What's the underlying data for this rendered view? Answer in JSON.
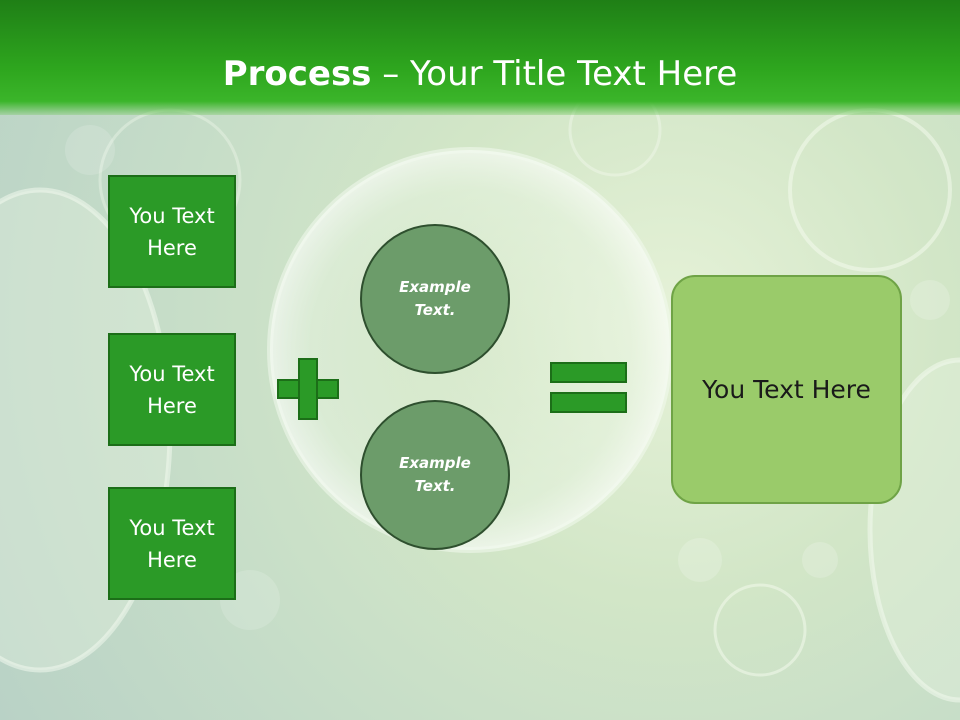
{
  "title": {
    "bold": "Process",
    "rest": " – Your Title Text Here"
  },
  "left_boxes": [
    {
      "label": "You Text Here"
    },
    {
      "label": "You Text Here"
    },
    {
      "label": "You Text Here"
    }
  ],
  "circles": [
    {
      "label": "Example Text."
    },
    {
      "label": "Example Text."
    }
  ],
  "result": {
    "label": "You Text Here"
  },
  "icons": {
    "plus": "plus-icon",
    "equals": "equals-icon"
  },
  "colors": {
    "title_bar": "#2ea61e",
    "box_fill": "#2b9a27",
    "circle_fill": "#6c9c6a",
    "result_fill": "#9acb6a"
  }
}
